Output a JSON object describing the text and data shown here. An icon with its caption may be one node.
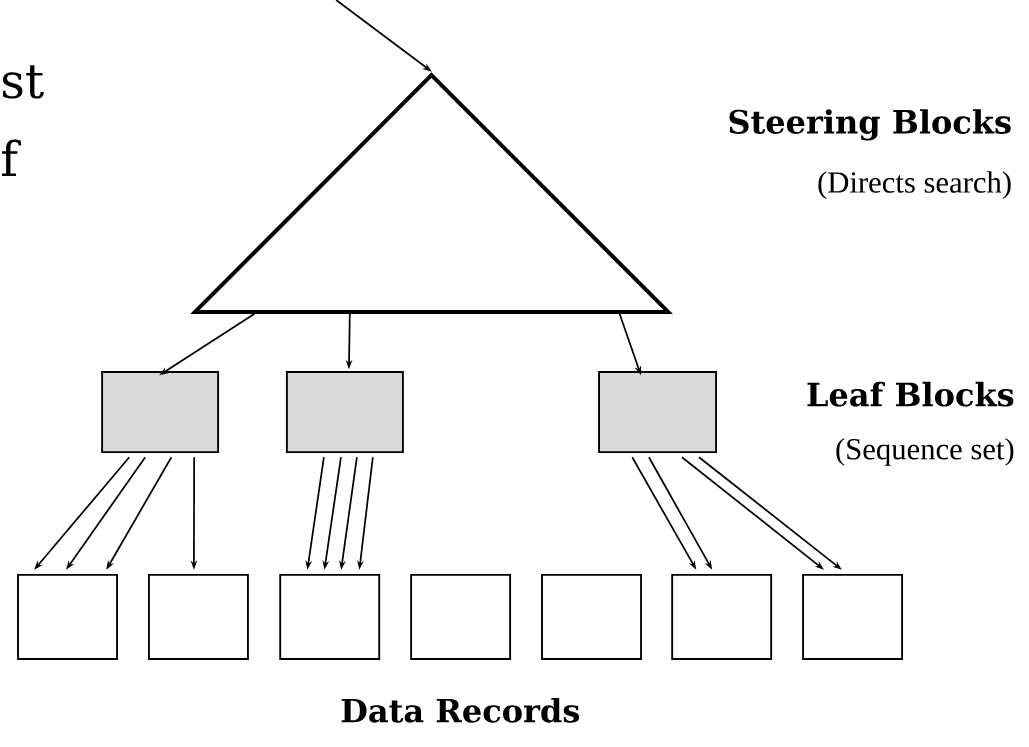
{
  "diagram": {
    "nodes": [
      {
        "text": [],
        "shape": "triangle"
      },
      {
        "text": [],
        "shape": "box"
      },
      {
        "text": [],
        "shape": "box"
      },
      {
        "text": [],
        "shape": "box"
      },
      {
        "text": [],
        "shape": "box"
      },
      {
        "text": [],
        "shape": "box"
      },
      {
        "text": [],
        "shape": "box"
      },
      {
        "text": [],
        "shape": "box"
      },
      {
        "text": [],
        "shape": "box"
      },
      {
        "text": [],
        "shape": "box"
      },
      {
        "text": [],
        "shape": "box"
      }
    ],
    "edges": [
      {
        "from": null,
        "to": 0,
        "arrow": "to"
      },
      {
        "from": 0,
        "to": 1,
        "arrow": "to"
      },
      {
        "from": 0,
        "to": 2,
        "arrow": "to"
      },
      {
        "from": 0,
        "to": 3,
        "arrow": "to"
      },
      {
        "from": 1,
        "to": 4,
        "arrow": "to"
      },
      {
        "from": 1,
        "to": 4,
        "arrow": "to"
      },
      {
        "from": 1,
        "to": 4,
        "arrow": "to"
      },
      {
        "from": 1,
        "to": 5,
        "arrow": "to"
      },
      {
        "from": 2,
        "to": 6,
        "arrow": "to"
      },
      {
        "from": 2,
        "to": 6,
        "arrow": "to"
      },
      {
        "from": 2,
        "to": 6,
        "arrow": "to"
      },
      {
        "from": 2,
        "to": 6,
        "arrow": "to"
      },
      {
        "from": 3,
        "to": 9,
        "arrow": "to"
      },
      {
        "from": 3,
        "to": 9,
        "arrow": "to"
      },
      {
        "from": 3,
        "to": 10,
        "arrow": "to"
      },
      {
        "from": 3,
        "to": 10,
        "arrow": "to"
      }
    ],
    "labels": [
      "st",
      "f",
      "Steering Blocks",
      "(Directs search)",
      "Leaf Blocks",
      "(Sequence set)",
      "Data Records"
    ]
  }
}
